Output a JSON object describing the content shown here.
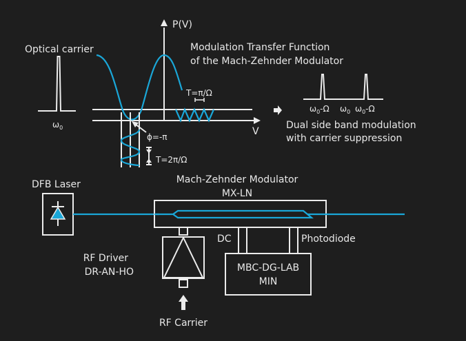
{
  "colors": {
    "background": "#1e1e1e",
    "line": "#ececec",
    "signal": "#1aa7d8"
  },
  "top": {
    "optical_carrier": {
      "label": "Optical carrier",
      "freq_symbol": "ω",
      "freq_sub": "0"
    },
    "transfer_plot": {
      "y_axis_label": "P(V)",
      "x_axis_label": "V",
      "title_line1": "Modulation Transfer Function",
      "title_line2": "of the Mach-Zehnder Modulator",
      "output_period": "T=π/Ω",
      "input_period": "T=2π/Ω",
      "bias_phase": "ϕ=-π"
    },
    "spectrum": {
      "labels": [
        {
          "sym": "ω",
          "sub": "0",
          "suffix": "-Ω"
        },
        {
          "sym": "ω",
          "sub": "0",
          "suffix": ""
        },
        {
          "sym": "ω",
          "sub": "0",
          "suffix": "-Ω"
        }
      ],
      "caption_line1": "Dual side band modulation",
      "caption_line2": "with carrier suppression"
    }
  },
  "bottom": {
    "laser": {
      "label": "DFB Laser"
    },
    "modulator": {
      "label_line1": "Mach-Zehnder Modulator",
      "label_line2": "MX-LN"
    },
    "driver": {
      "label_line1": "RF Driver",
      "label_line2": "DR-AN-HO"
    },
    "rf_input": {
      "label": "RF Carrier"
    },
    "controller": {
      "label_line1": "MBC-DG-LAB",
      "label_line2": "MIN",
      "dc_label": "DC",
      "pd_label": "Photodiode"
    }
  }
}
